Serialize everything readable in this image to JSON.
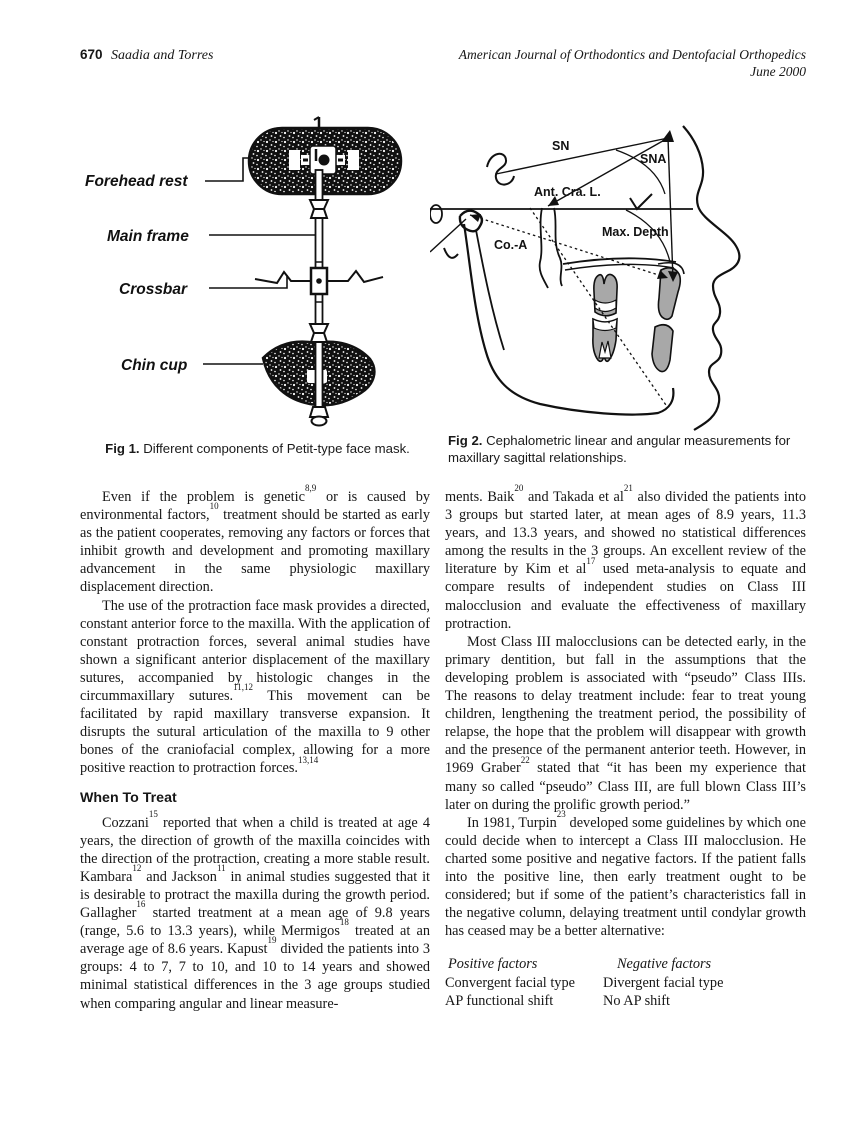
{
  "header": {
    "page_number": "670",
    "authors": "Saadia and Torres",
    "journal": "American Journal of Orthodontics and Dentofacial Orthopedics",
    "issue": "June 2000"
  },
  "fig1": {
    "labels": {
      "forehead_rest": "Forehead rest",
      "main_frame": "Main frame",
      "crossbar": "Crossbar",
      "chin_cup": "Chin cup"
    },
    "caption_label": "Fig 1.",
    "caption": "Different components of Petit-type face mask."
  },
  "fig2": {
    "labels": {
      "sn": "SN",
      "sna": "SNA",
      "ant_cra_l": "Ant. Cra. L.",
      "max_depth": "Max. Depth",
      "co_a": "Co.-A"
    },
    "caption_label": "Fig 2.",
    "caption": "Cephalometric linear and angular measurements for maxillary sagittal relationships."
  },
  "left_column": {
    "p1": [
      {
        "t": "Even if the problem is genetic"
      },
      {
        "sup": "8,9"
      },
      {
        "t": " or is caused by environmental factors,"
      },
      {
        "sup": "10"
      },
      {
        "t": " treatment should be started as early as the patient cooperates, removing any factors or forces that inhibit growth and development and promoting maxillary advancement in the same physiologic maxillary displacement direction."
      }
    ],
    "p2": [
      {
        "t": "The use of the protraction face mask provides a directed, constant anterior force to the maxilla. With the application of constant protraction forces, several animal studies have shown a significant anterior displacement of the maxillary sutures, accompanied by histologic changes in the circummaxillary sutures."
      },
      {
        "sup": "11,12"
      },
      {
        "t": " This movement can be facilitated by rapid maxillary transverse expansion. It disrupts the sutural articulation of the maxilla to 9 other bones of the craniofacial complex, allowing for a more positive reaction to protraction forces."
      },
      {
        "sup": "13,14"
      }
    ],
    "heading": "When To Treat",
    "p3": [
      {
        "t": "Cozzani"
      },
      {
        "sup": "15"
      },
      {
        "t": " reported that when a child is treated at age 4 years, the direction of growth of the maxilla coincides with the direction of the protraction, creating a more stable result. Kambara"
      },
      {
        "sup": "12"
      },
      {
        "t": " and Jackson"
      },
      {
        "sup": "11"
      },
      {
        "t": " in animal studies suggested that it is desirable to protract the maxilla during the growth period. Gallagher"
      },
      {
        "sup": "16"
      },
      {
        "t": " started treatment at a mean age of 9.8 years (range, 5.6 to 13.3 years), while Mermigos"
      },
      {
        "sup": "18"
      },
      {
        "t": " treated at an average age of 8.6 years. Kapust"
      },
      {
        "sup": "19"
      },
      {
        "t": " divided the patients into 3 groups: 4 to 7, 7 to 10, and 10 to 14 years and showed minimal statistical differences in the 3 age groups studied when comparing angular and linear measure-"
      }
    ]
  },
  "right_column": {
    "p1": [
      {
        "t": "ments. Baik"
      },
      {
        "sup": "20"
      },
      {
        "t": " and Takada et al"
      },
      {
        "sup": "21"
      },
      {
        "t": " also divided the patients into 3 groups but started later, at mean ages of 8.9 years, 11.3 years, and 13.3 years, and showed no statistical differences among the results in the 3 groups. An excellent review of the literature by Kim et al"
      },
      {
        "sup": "17"
      },
      {
        "t": " used meta-analysis to equate and compare results of independent studies on Class III malocclusion and evaluate the effectiveness of maxillary protraction."
      }
    ],
    "p2": [
      {
        "t": "Most Class III malocclusions can be detected early, in the primary dentition, but fall in the assumptions that the developing problem is associated with “pseudo” Class IIIs. The reasons to delay treatment include: fear to treat young children, lengthening the treatment period, the possibility of relapse, the hope that the problem will disappear with growth and the presence of the permanent anterior teeth. However, in 1969 Graber"
      },
      {
        "sup": "22"
      },
      {
        "t": " stated that “it has been my experience that many so called “pseudo” Class III, are full blown Class III’s later on during the prolific growth period.”"
      }
    ],
    "p3": [
      {
        "t": "In 1981, Turpin"
      },
      {
        "sup": "23"
      },
      {
        "t": " developed some guidelines by which one could decide when to intercept a Class III malocclusion. He charted some positive and negative factors. If the patient falls into the positive line, then early treatment ought to be considered; but if some of the patient’s characteristics fall in the negative column, delaying treatment until condylar growth has ceased may be a better alternative:"
      }
    ],
    "factors": {
      "headers": [
        "Positive factors",
        "Negative factors"
      ],
      "rows": [
        [
          "Convergent facial type",
          "Divergent facial type"
        ],
        [
          "AP functional shift",
          "No AP shift"
        ]
      ]
    }
  }
}
